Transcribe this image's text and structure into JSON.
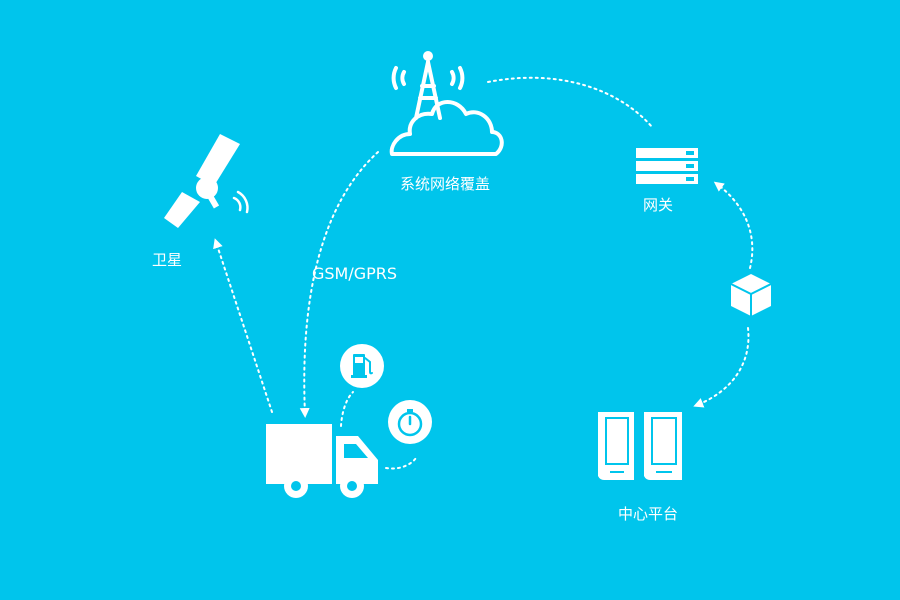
{
  "colors": {
    "background": "#00c5ec",
    "foreground": "#ffffff",
    "icon_fill": "#00c5ec"
  },
  "nodes": {
    "satellite": {
      "label": "卫星",
      "icon": "satellite-icon"
    },
    "network": {
      "label": "系统网络覆盖",
      "icon": "cell-tower-cloud-icon"
    },
    "gateway": {
      "label": "网关",
      "icon": "server-rack-icon"
    },
    "data_packet": {
      "icon": "cube-icon"
    },
    "platform": {
      "label": "中心平台",
      "icon": "server-cabinets-icon"
    },
    "vehicle": {
      "icon": "truck-icon"
    },
    "fuel": {
      "icon": "fuel-pump-icon"
    },
    "speed": {
      "icon": "speedometer-icon"
    }
  },
  "links": {
    "gsm": {
      "label": "GSM/GPRS"
    }
  }
}
